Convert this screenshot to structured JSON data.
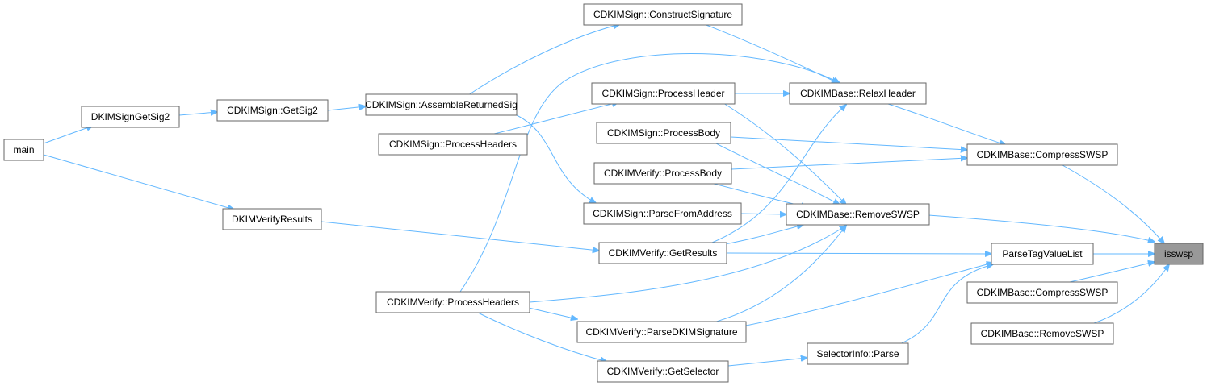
{
  "colors": {
    "edge": "#63b8ff",
    "node_border": "#666666",
    "highlight_fill": "#999999"
  },
  "nodes": {
    "main": "main",
    "dkimsigngetsig2": "DKIMSignGetSig2",
    "getsig2": "CDKIMSign::GetSig2",
    "assemble": "CDKIMSign::AssembleReturnedSig",
    "constructsig": "CDKIMSign::ConstructSignature",
    "signprocessheader": "CDKIMSign::ProcessHeader",
    "signprocessheaders": "CDKIMSign::ProcessHeaders",
    "signprocessbody": "CDKIMSign::ProcessBody",
    "verifyprocessbody": "CDKIMVerify::ProcessBody",
    "parsefromaddress": "CDKIMSign::ParseFromAddress",
    "dkimverifyresults": "DKIMVerifyResults",
    "getresults": "CDKIMVerify::GetResults",
    "verifyprocessheaders": "CDKIMVerify::ProcessHeaders",
    "parsedkimsig": "CDKIMVerify::ParseDKIMSignature",
    "getselector": "CDKIMVerify::GetSelector",
    "relaxheader": "CDKIMBase::RelaxHeader",
    "compressswsp1": "CDKIMBase::CompressSWSP",
    "removeswsp1": "CDKIMBase::RemoveSWSP",
    "parsetagvaluelist": "ParseTagValueList",
    "selectorparse": "SelectorInfo::Parse",
    "compressswsp2": "CDKIMBase::CompressSWSP",
    "removeswsp2": "CDKIMBase::RemoveSWSP",
    "isswsp": "isswsp"
  }
}
